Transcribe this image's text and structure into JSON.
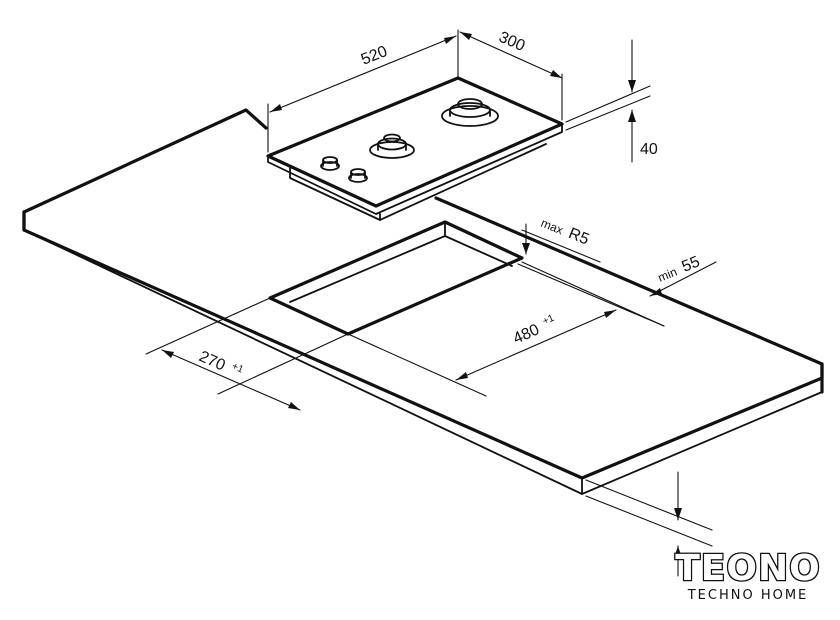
{
  "dimensions": {
    "hob_width": "520",
    "hob_depth": "300",
    "hob_height": "40",
    "radius_prefix": "max",
    "radius_value": "R5",
    "edge_prefix": "min",
    "edge_value": "55",
    "cutout_length": "480",
    "cutout_length_tol": "+1",
    "cutout_width": "270",
    "cutout_width_tol": "+1"
  },
  "brand": {
    "name": "TEONO",
    "tagline": "TECHNO HOME"
  }
}
